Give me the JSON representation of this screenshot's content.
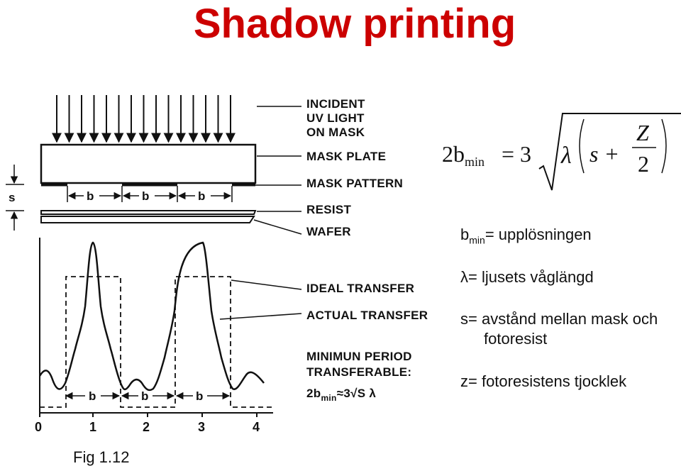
{
  "title": "Shadow printing",
  "diagram": {
    "labels": {
      "incident_1": "INCIDENT",
      "incident_2": "UV LIGHT",
      "incident_3": "ON MASK",
      "mask_plate": "MASK PLATE",
      "mask_pattern": "MASK PATTERN",
      "resist": "RESIST",
      "wafer": "WAFER",
      "ideal_transfer": "IDEAL TRANSFER",
      "actual_transfer": "ACTUAL TRANSFER",
      "min_period_1": "MINIMUN PERIOD",
      "min_period_2": "TRANSFERABLE:",
      "min_formula": "2b",
      "min_formula_sub": "min",
      "min_formula_rest": "≈3√S λ",
      "s": "s",
      "b": "b"
    },
    "x_axis": [
      "0",
      "1",
      "2",
      "3",
      "4"
    ]
  },
  "formula": {
    "lhs": "2b",
    "lhs_sub": "min",
    "eq": "= 3",
    "lambda": "λ",
    "s_plus": "s +",
    "z": "Z",
    "two": "2"
  },
  "definitions": {
    "bmin_prefix": "b",
    "bmin_sub": "min",
    "bmin_text": "= upplösningen",
    "lambda": "λ= ljusets våglängd",
    "s_line1": "s= avstånd mellan mask och",
    "s_line2": "fotoresist",
    "z": "z= fotoresistens tjocklek"
  },
  "caption": "Fig 1.12"
}
